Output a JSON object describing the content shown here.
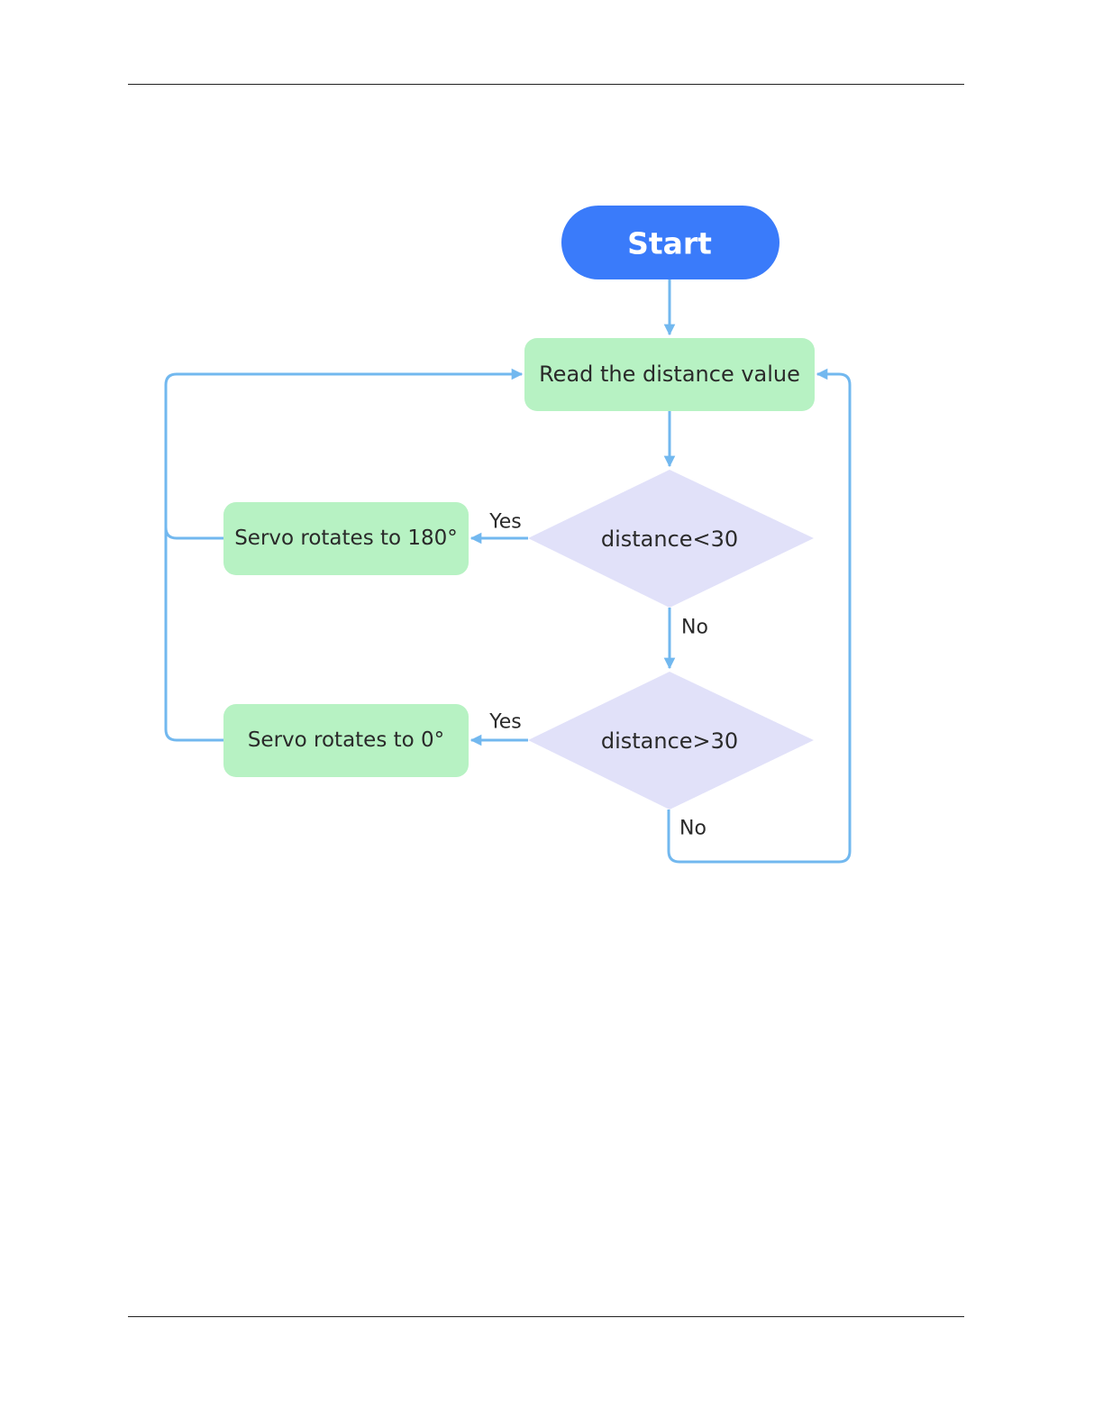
{
  "colors": {
    "start_fill": "#3a7bfa",
    "start_text": "#ffffff",
    "process_fill": "#b7f2c3",
    "decision_fill": "#e1e1f9",
    "connector": "#72b8ef",
    "text": "#2a2a2a",
    "rule": "#222222"
  },
  "flowchart": {
    "start": {
      "label": "Start"
    },
    "read_distance": {
      "label": "Read the distance value"
    },
    "decision_less": {
      "label": "distance<30"
    },
    "decision_greater": {
      "label": "distance>30"
    },
    "servo_180": {
      "label": "Servo rotates to 180°"
    },
    "servo_0": {
      "label": "Servo rotates to 0°"
    },
    "edge_labels": {
      "less_yes": "Yes",
      "less_no": "No",
      "greater_yes": "Yes",
      "greater_no": "No"
    }
  }
}
